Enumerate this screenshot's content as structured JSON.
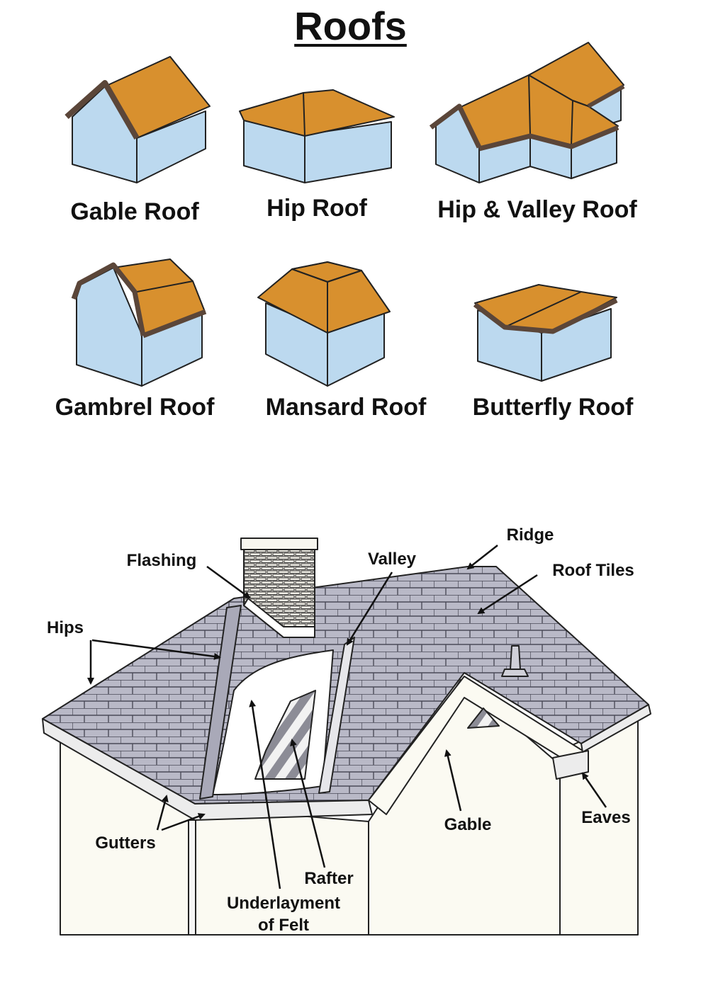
{
  "title": "Roofs",
  "roof_types": [
    {
      "name": "Gable Roof"
    },
    {
      "name": "Hip Roof"
    },
    {
      "name": "Hip & Valley Roof"
    },
    {
      "name": "Gambrel Roof"
    },
    {
      "name": "Mansard Roof"
    },
    {
      "name": "Butterfly Roof"
    }
  ],
  "roof_parts": {
    "ridge": "Ridge",
    "flashing": "Flashing",
    "valley": "Valley",
    "roof_tiles": "Roof Tiles",
    "hips": "Hips",
    "gutters": "Gutters",
    "gable": "Gable",
    "eaves": "Eaves",
    "rafter": "Rafter",
    "underlayment_line1": "Underlayment",
    "underlayment_line2": "of Felt"
  },
  "colors": {
    "roof": "#d8902e",
    "wall": "#bcd9ef",
    "trim": "#5b4639",
    "shingle": "#b9b9c7",
    "house_wall": "#fbfaf2",
    "outline": "#222222"
  }
}
